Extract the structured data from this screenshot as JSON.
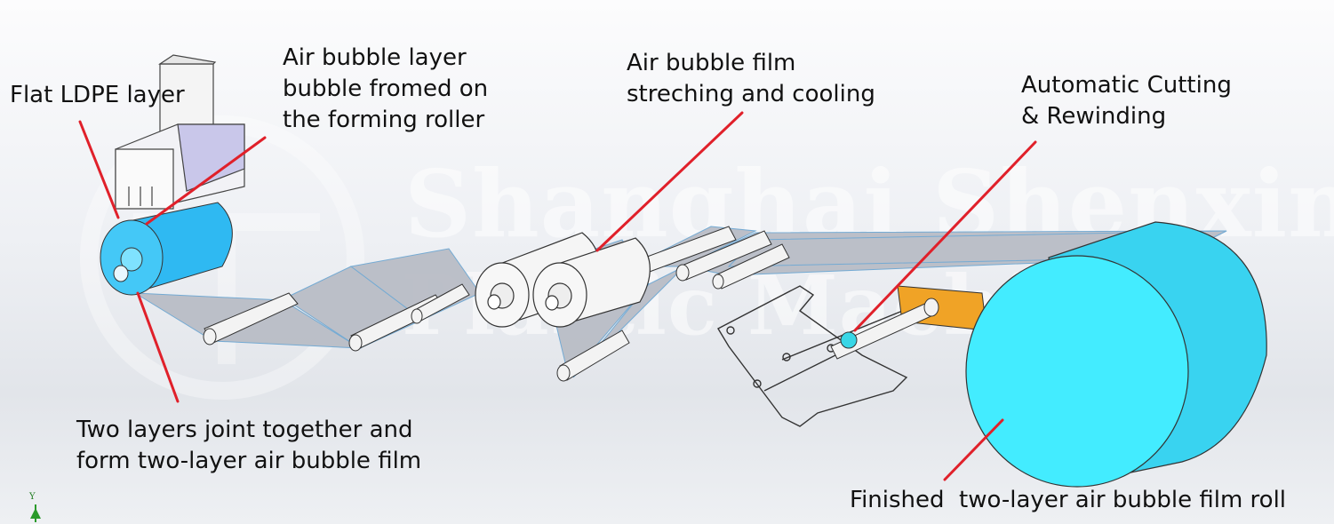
{
  "watermark": {
    "line1": "Shanghai Shenxin",
    "line2": "Plastic Machinery"
  },
  "labels": {
    "flat_ldpe": "Flat LDPE layer",
    "air_bubble_layer": [
      "Air bubble layer",
      "bubble fromed on",
      "the forming roller"
    ],
    "stretching": [
      "Air bubble film",
      "streching and cooling"
    ],
    "cutting": [
      "Automatic Cutting",
      "& Rewinding"
    ],
    "two_layers": [
      "Two layers joint together and",
      "form two-layer air bubble film"
    ],
    "finished": "Finished  two-layer air bubble film roll"
  },
  "axis": {
    "label": "Y"
  },
  "colors": {
    "leader_line": "#e0202a",
    "film_roll": "#3fe8ff",
    "forming_roller": "#2fb9f2",
    "rewind_arm": "#f0a326",
    "web": "#b9bdc6"
  }
}
